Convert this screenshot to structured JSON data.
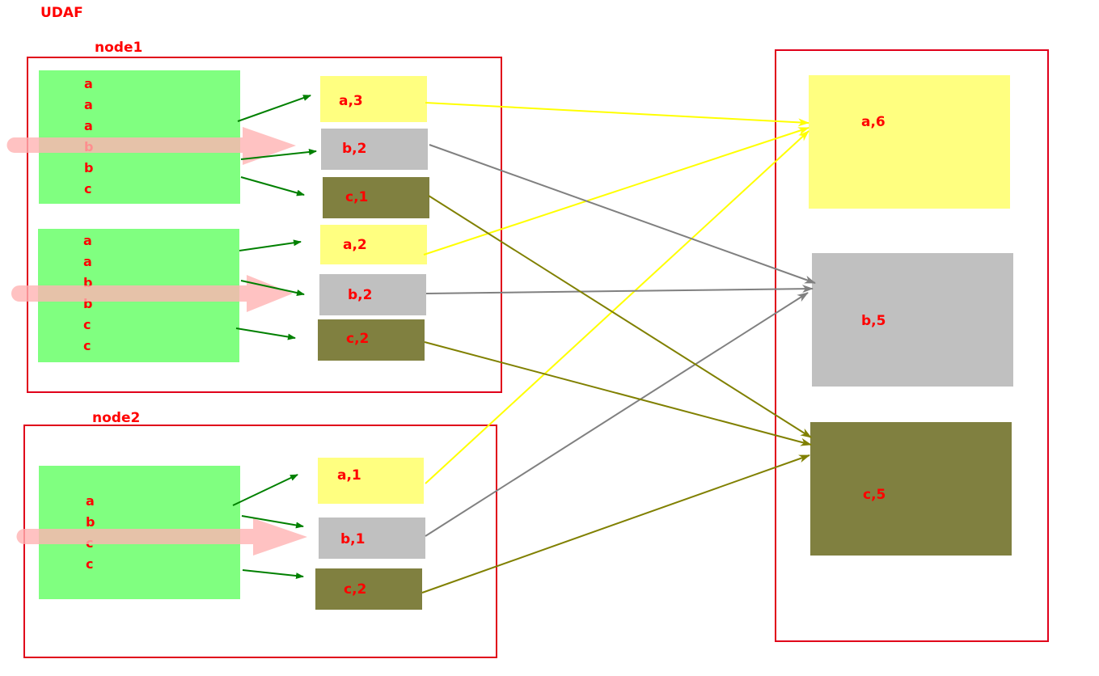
{
  "title": "UDAF",
  "colors": {
    "text": "#ff0000",
    "frame": "#e0001a",
    "green_box": "#80ff80",
    "green_arrow": "#008000",
    "yellow_box": "#ffff80",
    "yellow_line": "#ffff00",
    "gray_box": "#c0c0c0",
    "gray_line": "#808080",
    "olive_box": "#808040",
    "olive_line": "#808000",
    "pink_arrow": "#ffb3b3"
  },
  "node1": {
    "label": "node1",
    "input1": [
      "a",
      "a",
      "a",
      "b",
      "b",
      "c"
    ],
    "input2": [
      "a",
      "a",
      "b",
      "b",
      "c",
      "c"
    ],
    "partial1": [
      "a,3",
      "b,2",
      "c,1"
    ],
    "partial2": [
      "a,2",
      "b,2",
      "c,2"
    ]
  },
  "node2": {
    "label": "node2",
    "input": [
      "a",
      "b",
      "c",
      "c"
    ],
    "partial": [
      "a,1",
      "b,1",
      "c,2"
    ]
  },
  "result": [
    "a,6",
    "b,5",
    "c,5"
  ]
}
